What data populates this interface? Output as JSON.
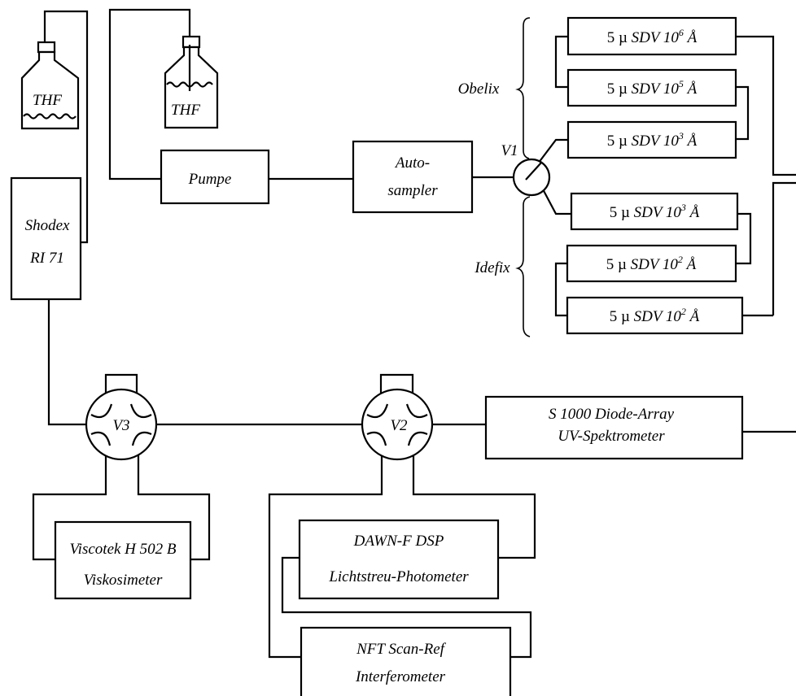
{
  "bottles": [
    {
      "label": "THF"
    },
    {
      "label": "THF"
    }
  ],
  "detector_ri": {
    "line1": "Shodex",
    "line2": "RI 71"
  },
  "pump": {
    "label": "Pumpe"
  },
  "autosampler": {
    "line1": "Auto-",
    "line2": "sampler"
  },
  "valves": {
    "v1": "V1",
    "v2": "V2",
    "v3": "V3"
  },
  "column_sets": {
    "obelix": "Obelix",
    "idefix": "Idefix"
  },
  "columns": [
    {
      "prefix": "5",
      "mu": "µ",
      "name": "SDV 10",
      "exp": "6",
      "unit": "Å"
    },
    {
      "prefix": "5",
      "mu": "µ",
      "name": "SDV 10",
      "exp": "5",
      "unit": "Å"
    },
    {
      "prefix": "5",
      "mu": "µ",
      "name": "SDV 10",
      "exp": "3",
      "unit": "Å"
    },
    {
      "prefix": "5",
      "mu": "µ",
      "name": "SDV 10",
      "exp": "3",
      "unit": "Å"
    },
    {
      "prefix": "5",
      "mu": "µ",
      "name": "SDV 10",
      "exp": "2",
      "unit": "Å"
    },
    {
      "prefix": "5",
      "mu": "µ",
      "name": "SDV 10",
      "exp": "2",
      "unit": "Å"
    }
  ],
  "uv_detector": {
    "line1": "S 1000 Diode-Array",
    "line2": "UV-Spektrometer"
  },
  "viscometer": {
    "line1": "Viscotek H 502 B",
    "line2": "Viskosimeter"
  },
  "light_scattering": {
    "line1": "DAWN-F DSP",
    "line2": "Lichtstreu-Photometer"
  },
  "interferometer": {
    "line1": "NFT Scan-Ref",
    "line2": "Interferometer"
  }
}
